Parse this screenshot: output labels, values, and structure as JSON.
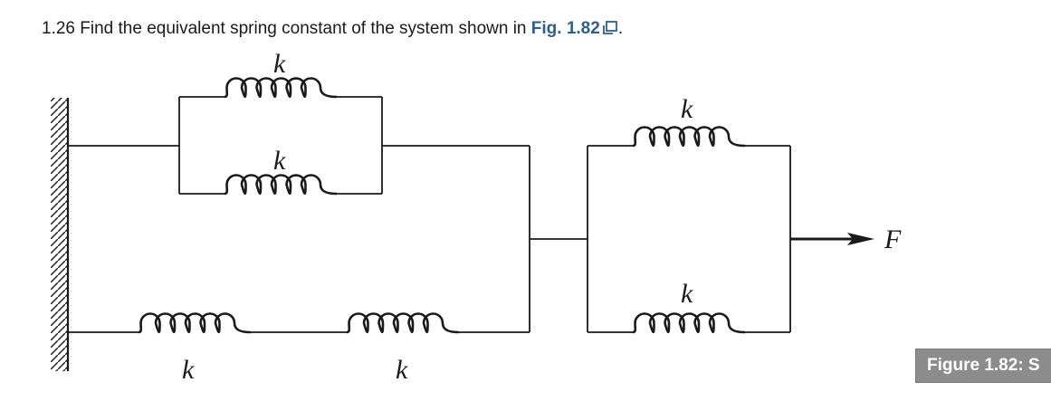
{
  "question": {
    "number": "1.26",
    "text": "Find the equivalent spring constant of the system shown in",
    "figure_ref": "Fig. 1.82",
    "end": "."
  },
  "diagram": {
    "spring_labels": [
      "k",
      "k",
      "k",
      "k",
      "k",
      "k"
    ],
    "force_label": "F"
  },
  "caption_tab": {
    "text": "Figure 1.82: S"
  },
  "colors": {
    "link": "#2f5f8a",
    "line": "#1a1a1a",
    "caption_bg": "#8c8c8c"
  }
}
